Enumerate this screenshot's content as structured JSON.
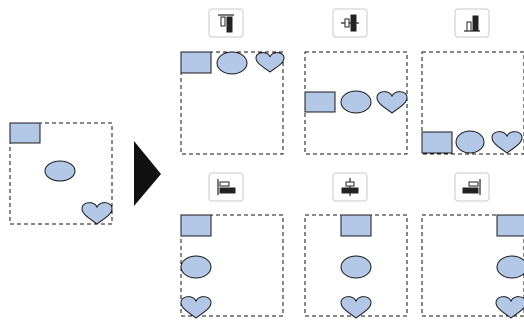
{
  "colors": {
    "shape_fill": "#b3c7e6",
    "shape_stroke": "#1a1a1a",
    "frame_stroke": "#111111",
    "icon_dark": "#222222",
    "icon_border": "#c8c8c8",
    "icon_background": "#ffffff",
    "arrow": "#111111"
  },
  "source": {
    "shapes": [
      "rectangle",
      "ellipse",
      "heart"
    ]
  },
  "alignment_options": [
    {
      "id": "align-top",
      "icon": "align-top-icon",
      "interactable": true
    },
    {
      "id": "align-vertical-center",
      "icon": "align-vertical-center-icon",
      "interactable": true
    },
    {
      "id": "align-bottom",
      "icon": "align-bottom-icon",
      "interactable": true
    },
    {
      "id": "align-left",
      "icon": "align-left-icon",
      "interactable": true
    },
    {
      "id": "align-horizontal-center",
      "icon": "align-horizontal-center-icon",
      "interactable": true
    },
    {
      "id": "align-right",
      "icon": "align-right-icon",
      "interactable": true
    }
  ]
}
